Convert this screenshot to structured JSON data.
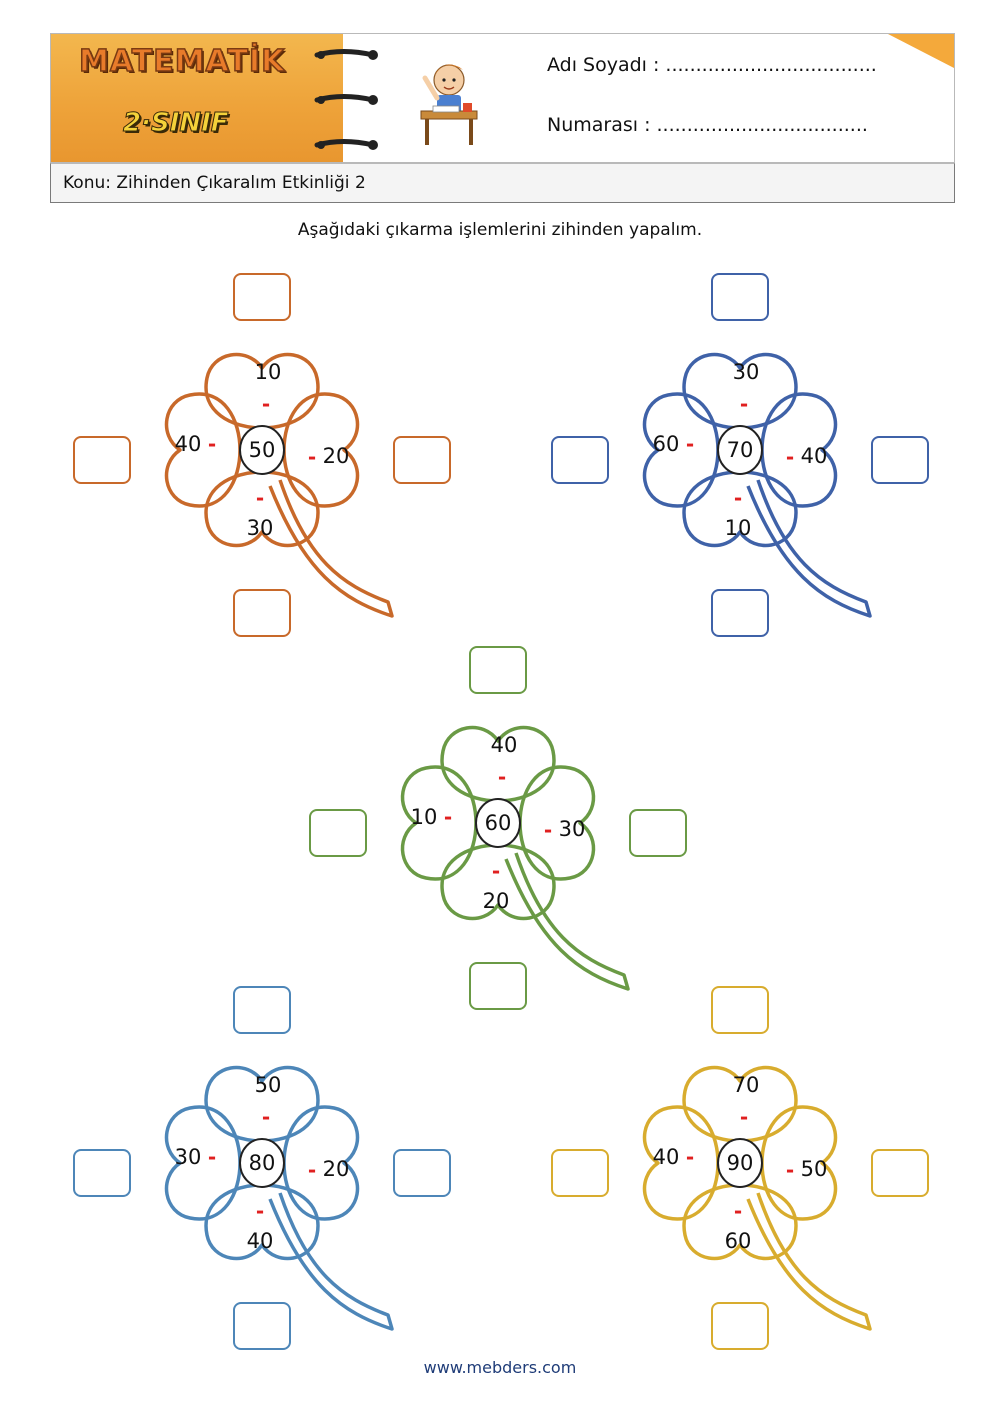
{
  "header": {
    "brand": "MATEMATİK",
    "grade": "2·SINIF",
    "name_label": "Adı Soyadı : ...................................",
    "number_label": "Numarası  : ..................................."
  },
  "topic": "Konu: Zihinden Çıkaralım Etkinliği 2",
  "instruction": "Aşağıdaki çıkarma işlemlerini zihinden yapalım.",
  "minus_sign": "-",
  "footer": "www.mebders.com",
  "colors": {
    "orange": "#c8692a",
    "blue": "#3f62a8",
    "green": "#6a9a45",
    "steel": "#4d86b8",
    "gold": "#d8ac2e"
  },
  "clovers": [
    {
      "color": "orange",
      "center": "50",
      "top": "10",
      "left": "40",
      "right": "20",
      "bottom": "30"
    },
    {
      "color": "blue",
      "center": "70",
      "top": "30",
      "left": "60",
      "right": "40",
      "bottom": "10"
    },
    {
      "color": "green",
      "center": "60",
      "top": "40",
      "left": "10",
      "right": "30",
      "bottom": "20"
    },
    {
      "color": "steel",
      "center": "80",
      "top": "50",
      "left": "30",
      "right": "20",
      "bottom": "40"
    },
    {
      "color": "gold",
      "center": "90",
      "top": "70",
      "left": "40",
      "right": "50",
      "bottom": "60"
    }
  ]
}
